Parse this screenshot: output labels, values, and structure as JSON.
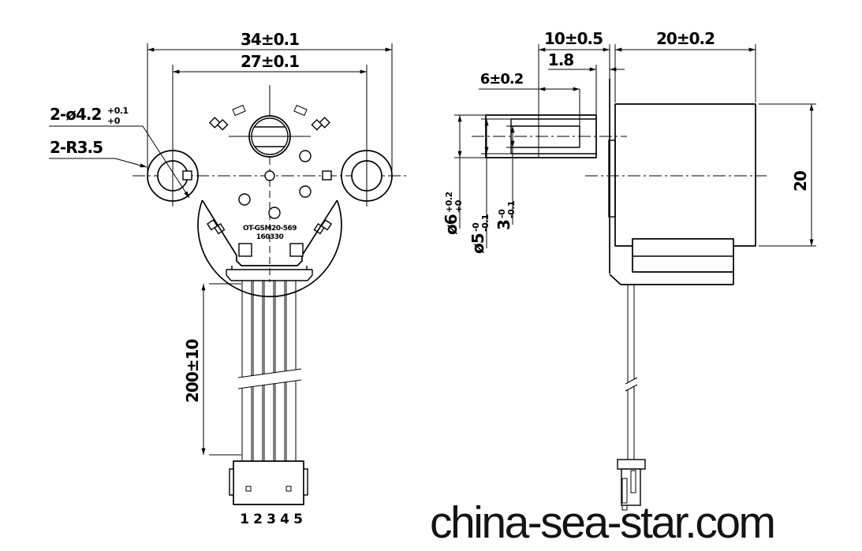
{
  "watermark": "china-sea-star.com",
  "front_view": {
    "dims": {
      "outer_width": "34±0.1",
      "hole_spacing": "27±0.1",
      "wire_length": "200±10"
    },
    "labels": {
      "holes": {
        "text": "2-ø4.2",
        "tol_upper": "+0.1",
        "tol_lower": "+0"
      },
      "ears": "2-R3.5"
    },
    "marking": {
      "line1": "OT-GSM20-569",
      "line2": "160330"
    },
    "pins": [
      "1",
      "2",
      "3",
      "4",
      "5"
    ]
  },
  "side_view": {
    "dims": {
      "shaft_length": "10±0.5",
      "boss_gap": "1.8",
      "slot_depth": "6±0.2",
      "body_length": "20±0.2",
      "body_height": "20",
      "boss_dia": {
        "text": "ø6",
        "tol_upper": "+0.2",
        "tol_lower": "+0"
      },
      "shaft_dia": {
        "text": "ø5",
        "tol_upper": "-0",
        "tol_lower": "-0.1"
      },
      "slot_width": {
        "text": "3",
        "tol_upper": "-0",
        "tol_lower": "-0.1"
      }
    }
  }
}
